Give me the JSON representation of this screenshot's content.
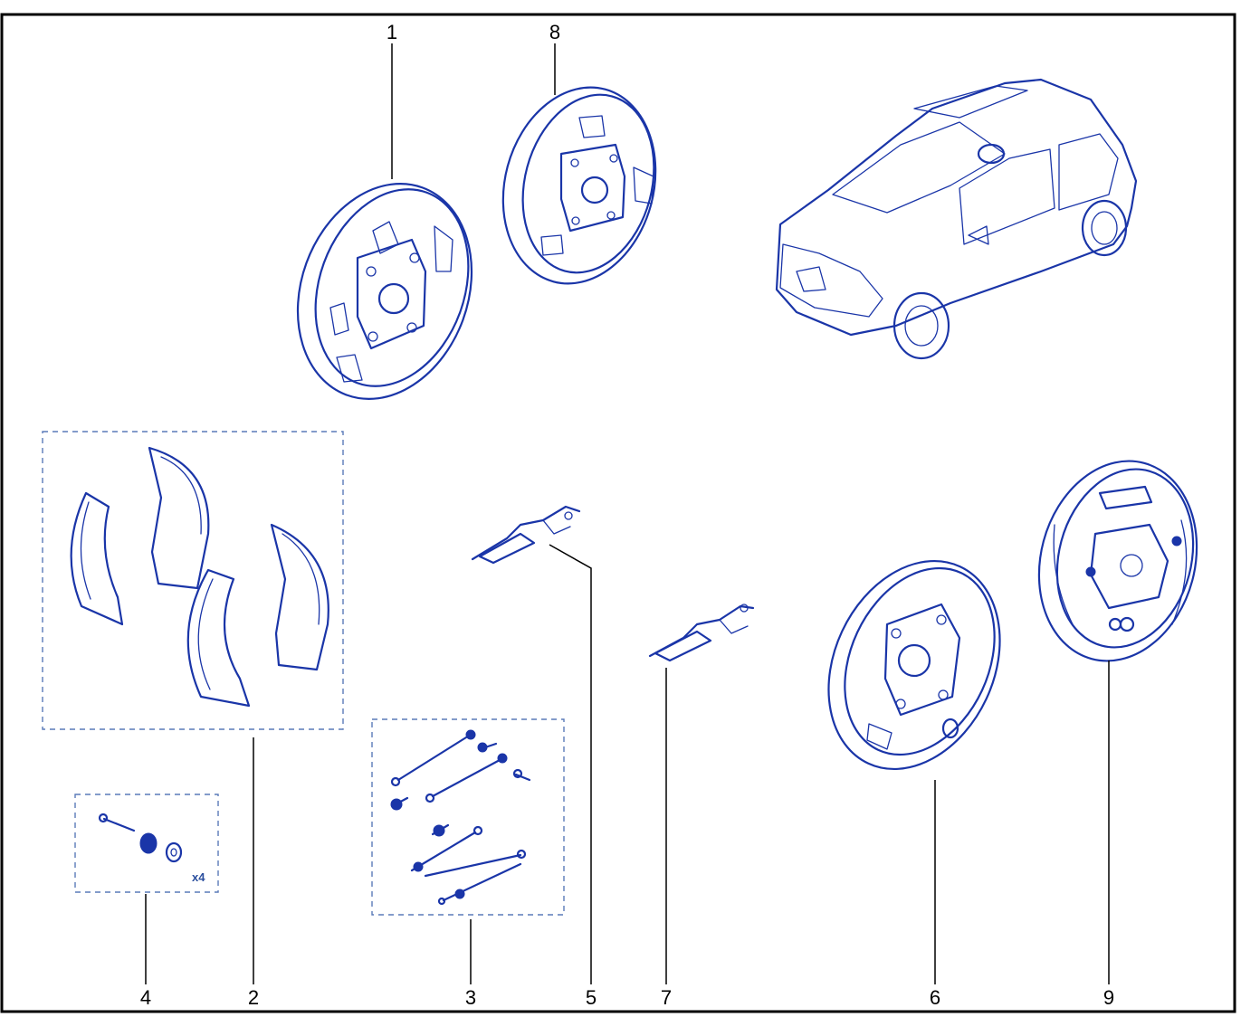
{
  "callouts": {
    "c1": "1",
    "c2": "2",
    "c3": "3",
    "c4": "4",
    "c5": "5",
    "c6": "6",
    "c7": "7",
    "c8": "8",
    "c9": "9"
  },
  "quantity_label": "x4",
  "colors": {
    "line_art": "#1a35a8",
    "dashed_box": "#5a7ab8",
    "frame": "#000000"
  }
}
